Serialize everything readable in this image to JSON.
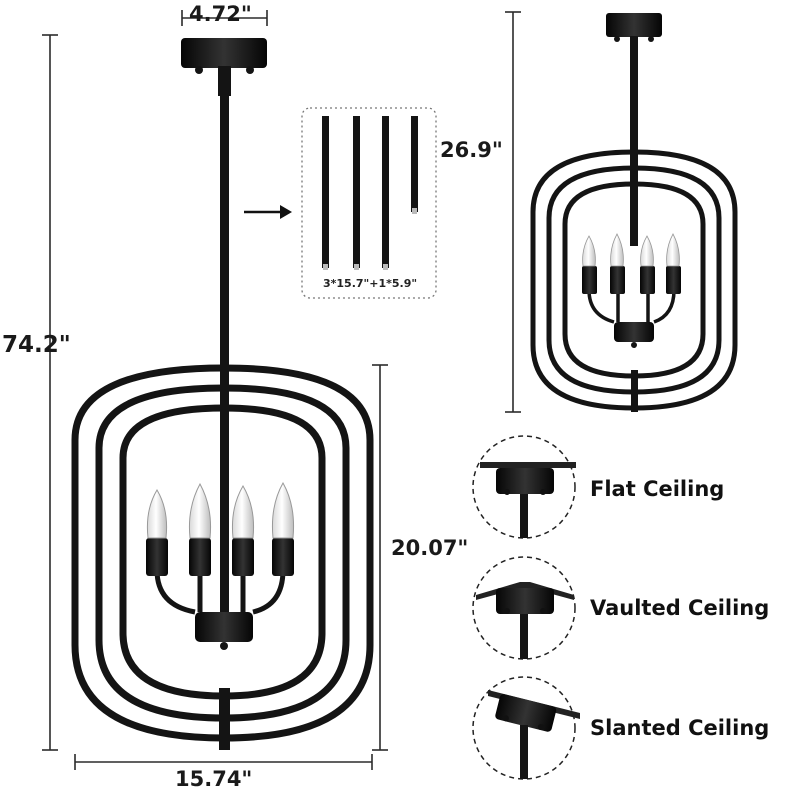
{
  "dimensions": {
    "canopy_width": "4.72\"",
    "total_height": "74.2\"",
    "body_height": "20.07\"",
    "body_width": "15.74\"",
    "min_height": "26.9\""
  },
  "rods": {
    "label": "3*15.7\"+1*5.9\""
  },
  "ceiling_types": [
    {
      "label": "Flat Ceiling",
      "icon": "flat-ceiling-icon"
    },
    {
      "label": "Vaulted Ceiling",
      "icon": "vaulted-ceiling-icon"
    },
    {
      "label": "Slanted Ceiling",
      "icon": "slanted-ceiling-icon"
    }
  ],
  "colors": {
    "fixture": "#141414",
    "dimension_line": "#2b2b2b",
    "text": "#1a1a1a"
  }
}
